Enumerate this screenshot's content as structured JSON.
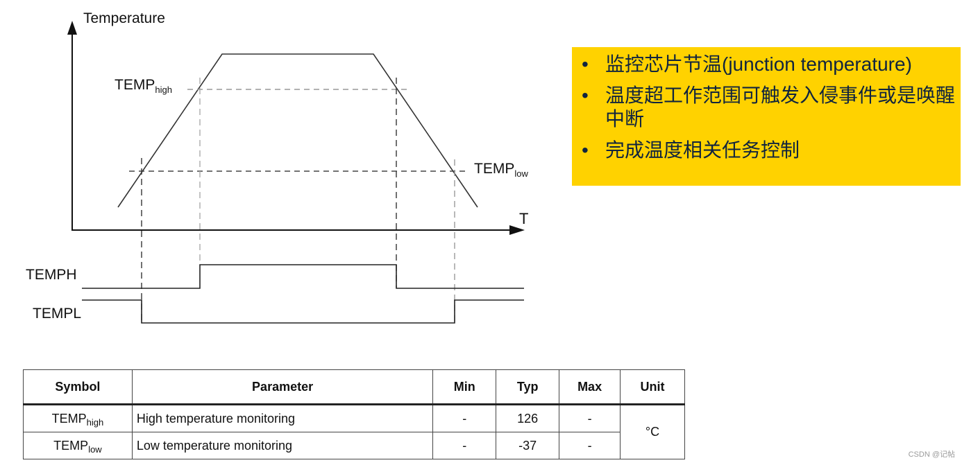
{
  "diagram": {
    "y_axis_label": "Temperature",
    "x_axis_label": "T",
    "threshold_high": {
      "base": "TEMP",
      "sub": "high"
    },
    "threshold_low": {
      "base": "TEMP",
      "sub": "low"
    },
    "signals": [
      {
        "name": "TEMPH"
      },
      {
        "name": "TEMPL"
      }
    ]
  },
  "callout": {
    "background_color": "#ffd200",
    "bullet": "•",
    "items": [
      {
        "text": "监控芯片节温(junction temperature)"
      },
      {
        "text": "温度超工作范围可触发入侵事件或是唤醒中断"
      },
      {
        "text": "完成温度相关任务控制"
      }
    ]
  },
  "table": {
    "headers": [
      "Symbol",
      "Parameter",
      "Min",
      "Typ",
      "Max",
      "Unit"
    ],
    "rows": [
      {
        "symbol_base": "TEMP",
        "symbol_sub": "high",
        "parameter": "High temperature monitoring",
        "min": "-",
        "typ": "126",
        "max": "-"
      },
      {
        "symbol_base": "TEMP",
        "symbol_sub": "low",
        "parameter": "Low temperature monitoring",
        "min": "-",
        "typ": "-37",
        "max": "-"
      }
    ],
    "unit": "°C"
  },
  "watermark": "CSDN @记帖"
}
